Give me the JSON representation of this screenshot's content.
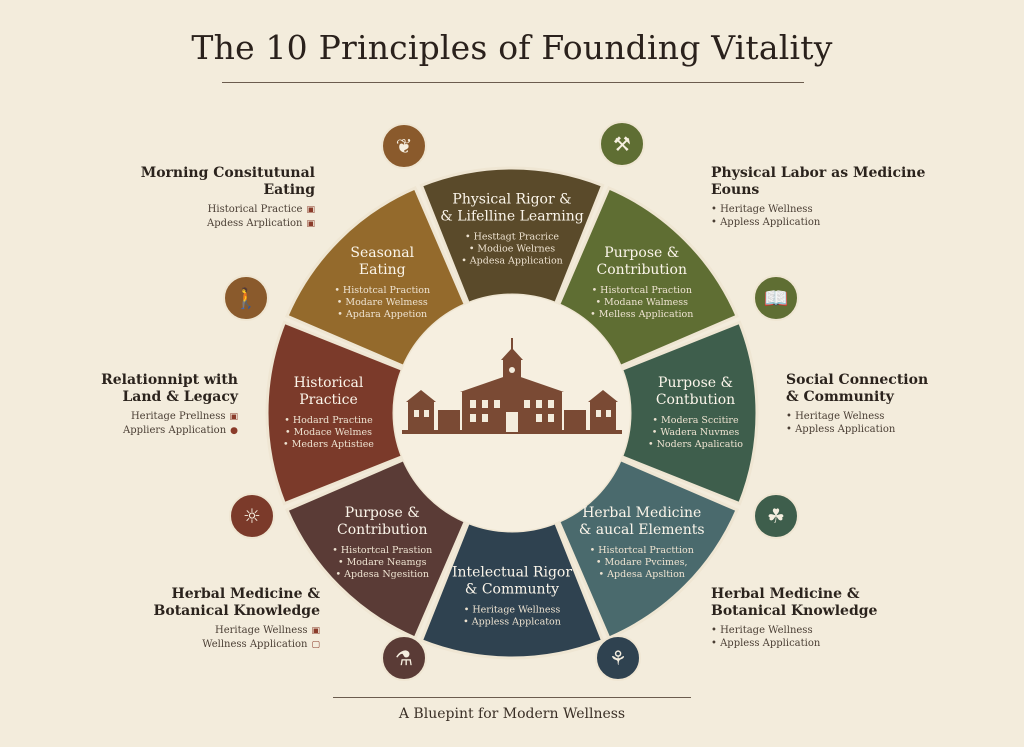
{
  "title": "The 10 Principles of Founding Vitality",
  "footer": "A Bluepint for Modern Wellness",
  "segments": [
    {
      "title": [
        "Physical Rigor &",
        "& Lifelline Learning"
      ],
      "items": [
        "Hesttagt Pracrice",
        "Modioe Welrnes",
        "Apdesa Application"
      ],
      "color": "#5a4a2a"
    },
    {
      "title": [
        "Purpose &",
        "Contribution"
      ],
      "items": [
        "Histortcal Praction",
        "Modane Walmess",
        "Melless Application"
      ],
      "color": "#5f6e33"
    },
    {
      "title": [
        "Purpose &",
        "Contbution"
      ],
      "items": [
        "Modera Sccitire",
        "Wadera Nuvmes",
        "Noders Apalicatio"
      ],
      "color": "#3e5e4c"
    },
    {
      "title": [
        "Herbal Medicine",
        "& aucal Elements"
      ],
      "items": [
        "Histortcal Practtion",
        "Modare Pvcimes,",
        "Apdesa Apsltion"
      ],
      "color": "#4a6a6d"
    },
    {
      "title": [
        "Intelectual Rigor",
        "& Communty"
      ],
      "items": [
        "Heritage Wellness",
        "Appless Applcaton"
      ],
      "color": "#2f4250"
    },
    {
      "title": [
        "Purpose &",
        "Contribution"
      ],
      "items": [
        "Histortcal Prastion",
        "Modare Neamgs",
        "Apdesa Ngesition"
      ],
      "color": "#5a3b36"
    },
    {
      "title": [
        "Historical",
        "Practice"
      ],
      "items": [
        "Hodard Practine",
        "Modace Welmes",
        "Meders Aptistiee"
      ],
      "color": "#7b3a2a"
    },
    {
      "title": [
        "Seasonal",
        "Eating"
      ],
      "items": [
        "Histotcal Praction",
        "Modare Welmess",
        "Apdara Appetion"
      ],
      "color": "#946a2c"
    }
  ],
  "side_labels": {
    "left": [
      {
        "title": [
          "Morning Consitutunal",
          "Eating"
        ],
        "items": [
          "Historical Practice",
          "Apdess Arplication"
        ]
      },
      {
        "title": [
          "Relationnipt with",
          "Land & Legacy"
        ],
        "items": [
          "Heritage Prellness",
          "Appliers Application"
        ]
      },
      {
        "title": [
          "Herbal Medicine &",
          "Botanical Knowledge"
        ],
        "items": [
          "Heritage Wellness",
          "Wellness Application"
        ]
      }
    ],
    "right": [
      {
        "title": [
          "Physical Labor as Medicine",
          "Eouns"
        ],
        "items": [
          "Heritage Wellness",
          "Appless Application"
        ]
      },
      {
        "title": [
          "Social Connection",
          "& Community"
        ],
        "items": [
          "Heritage Welness",
          "Appless Application"
        ]
      },
      {
        "title": [
          "Herbal Medicine &",
          "Botanical Knowledge"
        ],
        "items": [
          "Heritage Wellness",
          "Appless Application"
        ]
      }
    ]
  },
  "icons": [
    "leaf-icon",
    "hammer-icon",
    "book-icon",
    "hiker-icon",
    "sun-moon-icon",
    "bowl-plant-icon",
    "mortar-pestle-icon",
    "hand-sprout-icon"
  ],
  "colors": {
    "background": "#f3ecdc",
    "building": "#7a4a34",
    "icon_bg": "#7a4a2e"
  }
}
